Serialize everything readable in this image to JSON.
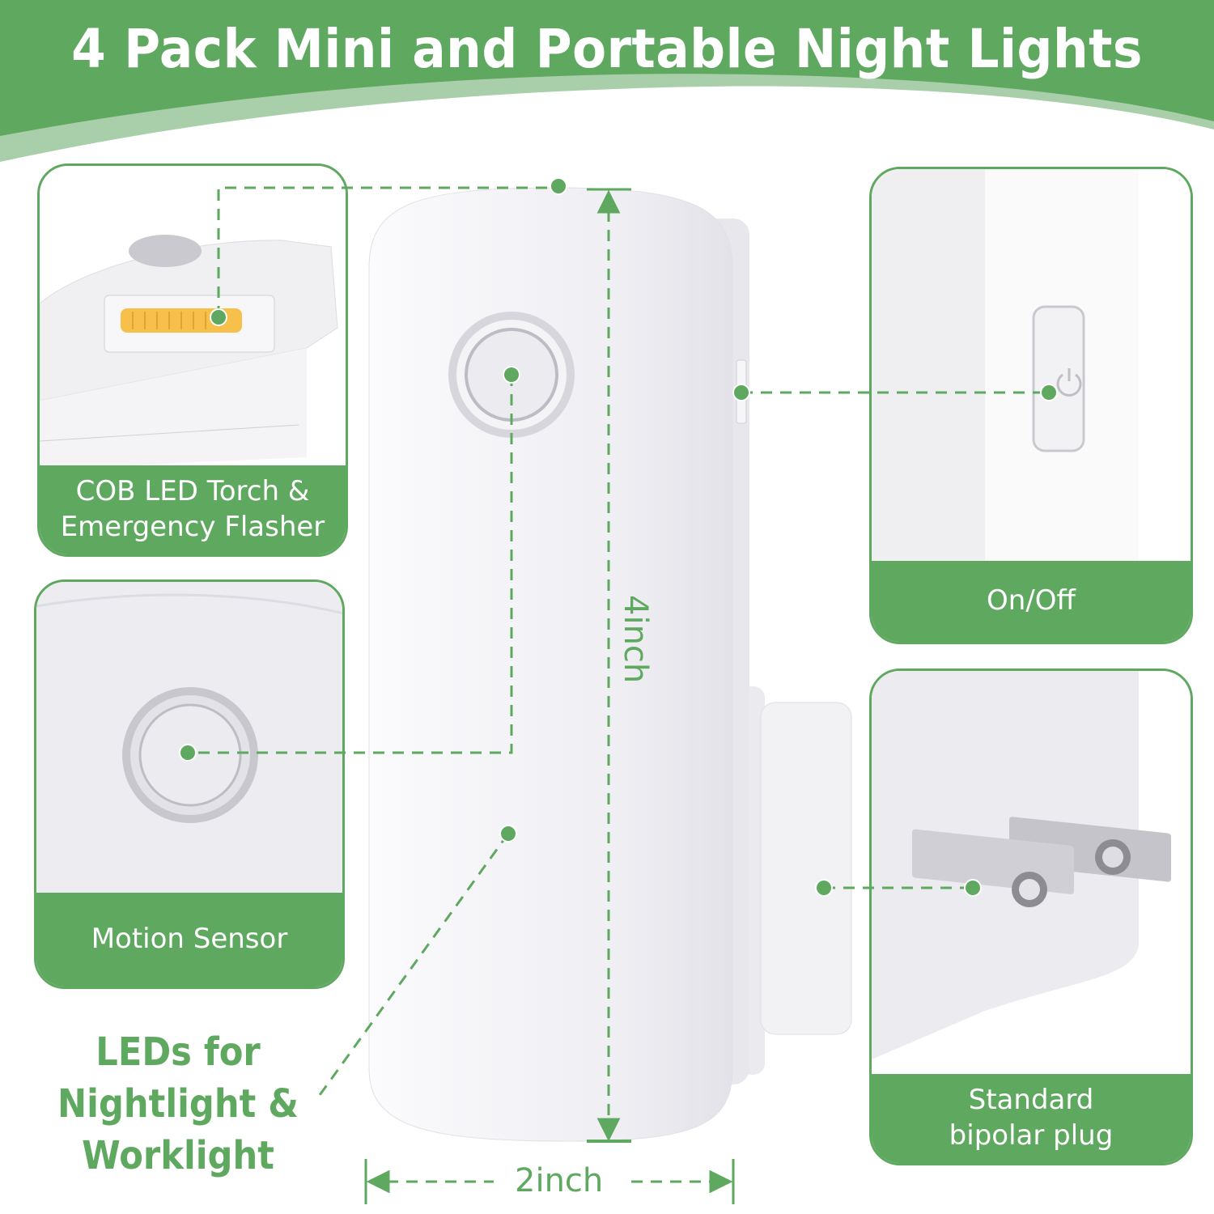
{
  "header": {
    "title": "4 Pack Mini and Portable Night Lights"
  },
  "colors": {
    "brand_green": "#5ea85f",
    "light_green": "#a9ceaa",
    "led_amber": "#f6c04a",
    "device_white": "#f3f3f6"
  },
  "features": [
    {
      "id": "cob-led",
      "label": "COB LED Torch &\nEmergency Flasher"
    },
    {
      "id": "motion-sensor",
      "label": "Motion Sensor"
    },
    {
      "id": "on-off",
      "label": "On/Off"
    },
    {
      "id": "plug",
      "label": "Standard\nbipolar plug"
    }
  ],
  "callout": {
    "leds_text": "LEDs for\nNightlight &\nWorklight"
  },
  "dimensions": {
    "height": "4inch",
    "width": "2inch"
  },
  "icons": {
    "power": "power-icon",
    "motion_sensor": "pir-sensor-icon",
    "led_strip": "led-strip-icon",
    "plug_prongs": "plug-icon"
  }
}
